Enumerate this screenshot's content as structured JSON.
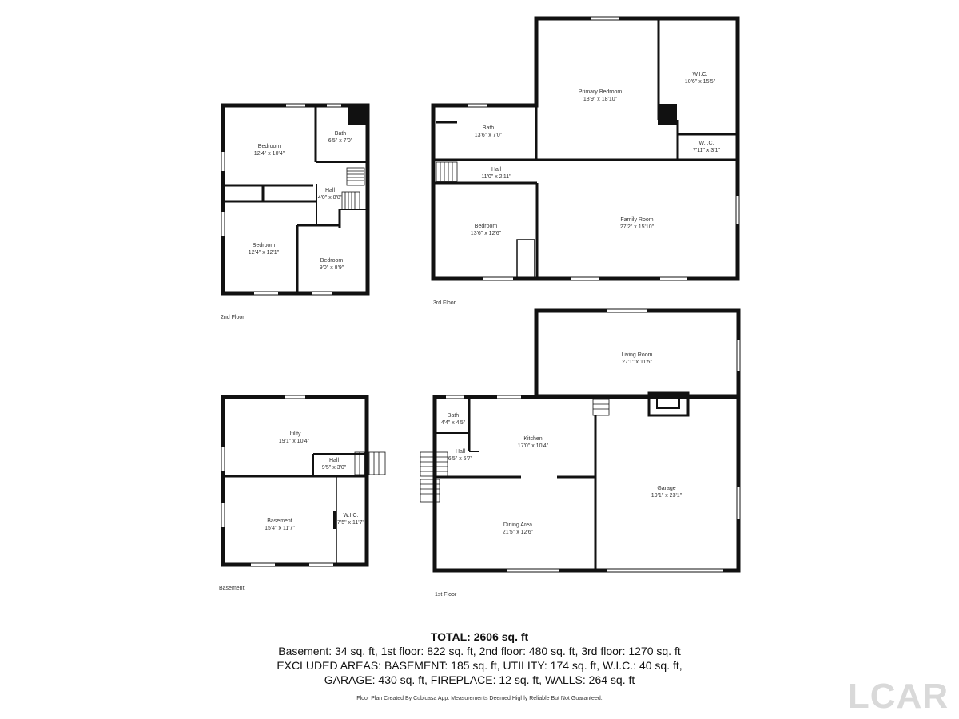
{
  "floors": {
    "second": {
      "label": "2nd Floor",
      "rooms": [
        {
          "name": "Bedroom",
          "dims": "12'4\" x 10'4\""
        },
        {
          "name": "Bath",
          "dims": "6'5\" x 7'0\""
        },
        {
          "name": "Hall",
          "dims": "4'0\" x 8'8\""
        },
        {
          "name": "Bedroom",
          "dims": "12'4\" x 12'1\""
        },
        {
          "name": "Bedroom",
          "dims": "9'0\" x 8'9\""
        }
      ]
    },
    "third": {
      "label": "3rd Floor",
      "rooms": [
        {
          "name": "Primary Bedroom",
          "dims": "18'9\" x 18'10\""
        },
        {
          "name": "W.I.C.",
          "dims": "10'6\" x 15'5\""
        },
        {
          "name": "Bath",
          "dims": "13'6\" x 7'0\""
        },
        {
          "name": "W.I.C.",
          "dims": "7'11\" x 3'1\""
        },
        {
          "name": "Hall",
          "dims": "11'0\" x 2'11\""
        },
        {
          "name": "Bedroom",
          "dims": "13'6\" x 12'6\""
        },
        {
          "name": "Family Room",
          "dims": "27'2\" x 15'10\""
        }
      ]
    },
    "basement": {
      "label": "Basement",
      "rooms": [
        {
          "name": "Utility",
          "dims": "19'1\" x 10'4\""
        },
        {
          "name": "Hall",
          "dims": "9'5\" x 3'0\""
        },
        {
          "name": "Basement",
          "dims": "15'4\" x 11'7\""
        },
        {
          "name": "W.I.C.",
          "dims": "7'5\" x 11'7\""
        }
      ]
    },
    "first": {
      "label": "1st Floor",
      "rooms": [
        {
          "name": "Living Room",
          "dims": "27'1\" x 11'5\""
        },
        {
          "name": "Bath",
          "dims": "4'4\" x 4'5\""
        },
        {
          "name": "Kitchen",
          "dims": "17'0\" x 10'4\""
        },
        {
          "name": "Hall",
          "dims": "6'5\" x 5'7\""
        },
        {
          "name": "Garage",
          "dims": "19'1\" x 23'1\""
        },
        {
          "name": "Dining Area",
          "dims": "21'5\" x 12'6\""
        }
      ]
    }
  },
  "summary": {
    "total": "TOTAL: 2606 sq. ft",
    "line1": "Basement: 34 sq. ft, 1st floor: 822 sq. ft, 2nd floor: 480 sq. ft, 3rd floor: 1270 sq. ft",
    "line2": "EXCLUDED AREAS: BASEMENT: 185 sq. ft, UTILITY: 174 sq. ft, W.I.C.: 40 sq. ft,",
    "line3": "GARAGE: 430 sq. ft, FIREPLACE: 12 sq. ft, WALLS: 264 sq. ft"
  },
  "credit": "Floor Plan Created By Cubicasa App. Measurements Deemed Highly Reliable But Not Guaranteed.",
  "logo_text": "LCAR",
  "colors": {
    "wall": "#111111",
    "window": "#ffffff",
    "logo": "#d9d9d9"
  }
}
